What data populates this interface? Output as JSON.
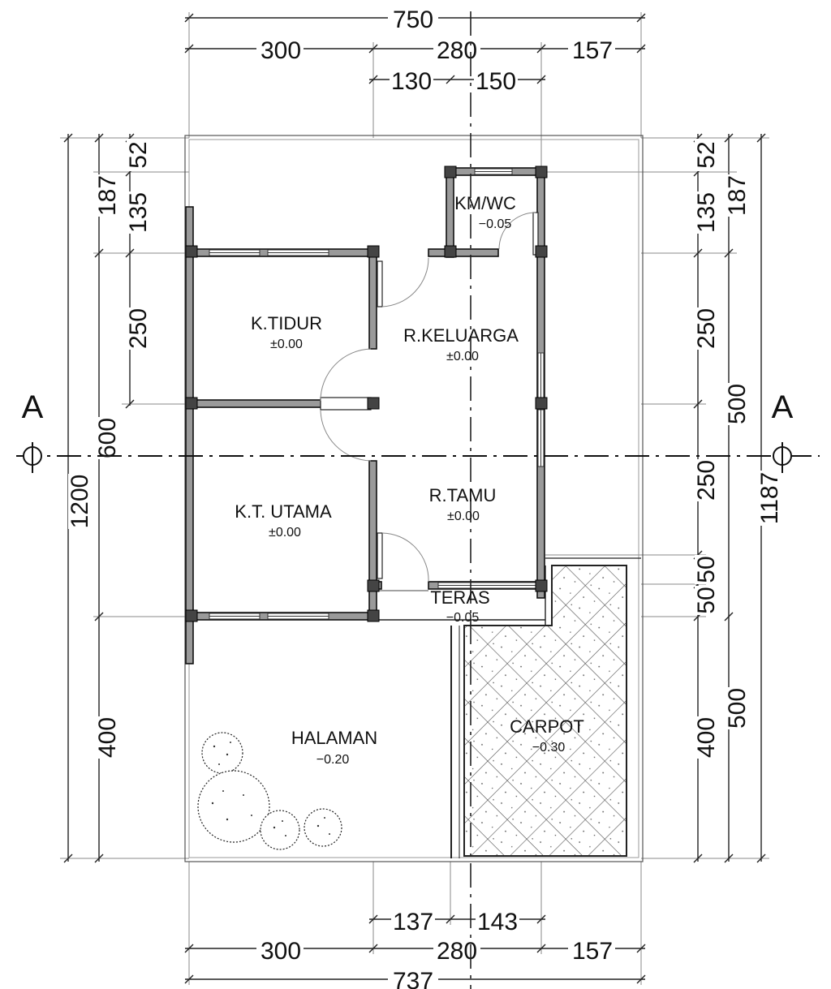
{
  "dimensions": {
    "top_total": "750",
    "top_300": "300",
    "top_280": "280",
    "top_157": "157",
    "top_130": "130",
    "top_150": "150",
    "bottom_total": "737",
    "bottom_300": "300",
    "bottom_280": "280",
    "bottom_157": "157",
    "bottom_137": "137",
    "bottom_143": "143",
    "left_1200": "1200",
    "left_600": "600",
    "left_187": "187",
    "left_52": "52",
    "left_135": "135",
    "left_250": "250",
    "left_400": "400",
    "right_1187": "1187",
    "right_187": "187",
    "right_52": "52",
    "right_135": "135",
    "right_250a": "250",
    "right_250b": "250",
    "right_500a": "500",
    "right_50a": "50",
    "right_50b": "50",
    "right_400": "400",
    "right_500b": "500"
  },
  "section_markers": {
    "left": "A",
    "right": "A"
  },
  "rooms": {
    "km_wc": {
      "name": "KM/WC",
      "level": "−0.05"
    },
    "k_tidur": {
      "name": "K.TIDUR",
      "level": "±0.00"
    },
    "r_keluarga": {
      "name": "R.KELUARGA",
      "level": "±0.00"
    },
    "k_t_utama": {
      "name": "K.T. UTAMA",
      "level": "±0.00"
    },
    "r_tamu": {
      "name": "R.TAMU",
      "level": "±0.00"
    },
    "teras": {
      "name": "TERAS",
      "level": "−0.05"
    },
    "halaman": {
      "name": "HALAMAN",
      "level": "−0.20"
    },
    "carpot": {
      "name": "CARPOT",
      "level": "−0.30"
    }
  }
}
